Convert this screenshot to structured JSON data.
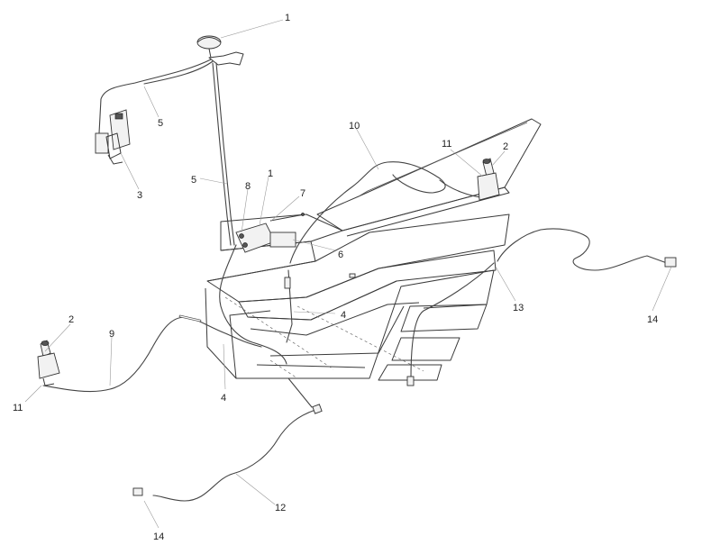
{
  "callouts": {
    "c1_top": "1",
    "c1_mid": "1",
    "c2_left": "2",
    "c2_right": "2",
    "c3": "3",
    "c4_right": "4",
    "c4_left": "4",
    "c5_upper": "5",
    "c5_lower": "5",
    "c6": "6",
    "c7": "7",
    "c8": "8",
    "c9": "9",
    "c10": "10",
    "c11_left": "11",
    "c11_right": "11",
    "c12": "12",
    "c13": "13",
    "c14_bottom": "14",
    "c14_right": "14"
  }
}
